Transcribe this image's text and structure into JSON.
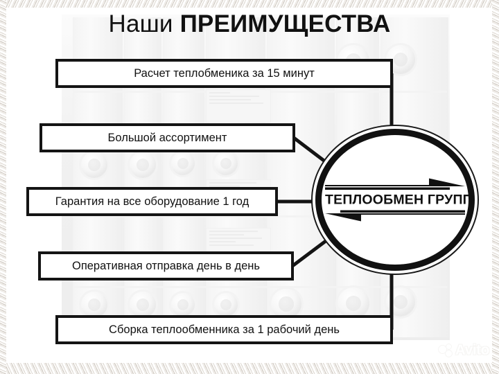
{
  "title": {
    "light_part": "Наши ",
    "bold_part": "ПРЕИМУЩЕСТВА"
  },
  "features": [
    {
      "id": "feature-1",
      "label": "Расчет теплобменика за 15 минут"
    },
    {
      "id": "feature-2",
      "label": "Большой ассортимент"
    },
    {
      "id": "feature-3",
      "label": "Гарантия на все оборудование 1 год"
    },
    {
      "id": "feature-4",
      "label": "Оперативная отправка день в день"
    },
    {
      "id": "feature-5",
      "label": "Сборка теплообменника за 1 рабочий день"
    }
  ],
  "logo": {
    "text": "ТЕПЛООБМЕН ГРУПП",
    "top_arrow_icon": "arrow-right-icon",
    "bottom_arrow_icon": "arrow-left-icon"
  },
  "watermark": {
    "brand": "Avito",
    "logo_icon": "avito-dots-icon"
  },
  "colors": {
    "ink": "#141414",
    "box_fill": "#ffffff",
    "page_bg": "#ffffff",
    "frame": "#e7e3de"
  }
}
